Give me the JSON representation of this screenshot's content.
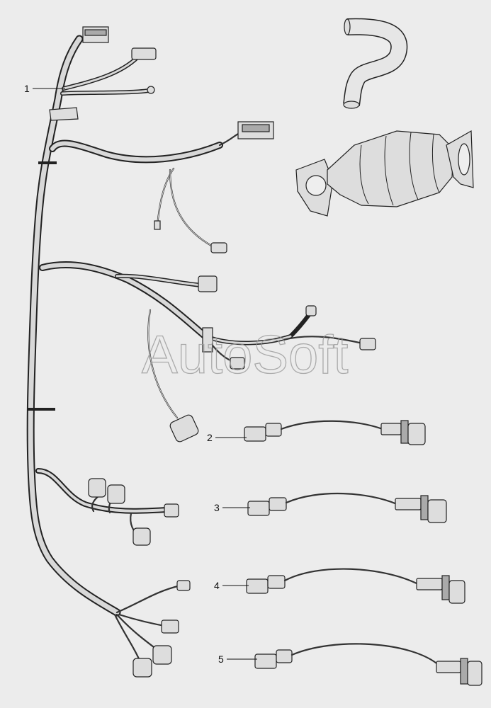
{
  "watermark": "AutoSoft",
  "callouts": [
    {
      "id": "1"
    },
    {
      "id": "2"
    },
    {
      "id": "3"
    },
    {
      "id": "4"
    },
    {
      "id": "5"
    }
  ]
}
